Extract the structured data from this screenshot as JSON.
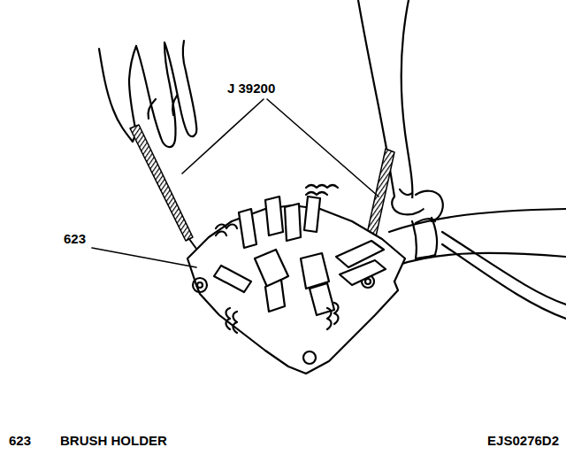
{
  "diagram": {
    "labels": [
      "J 39200",
      "623",
      "623",
      "BRUSH HOLDER",
      "EJS0276D2"
    ]
  }
}
